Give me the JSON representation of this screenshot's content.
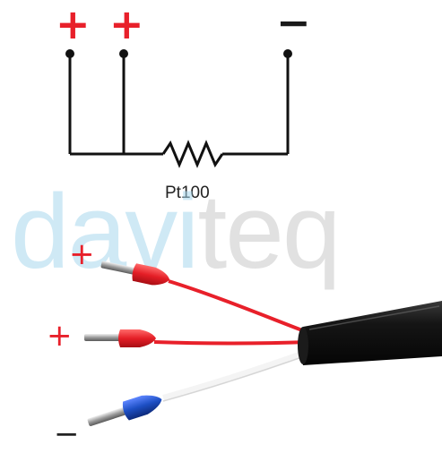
{
  "terminals": {
    "plus_1": "+",
    "plus_2": "+",
    "minus": "−"
  },
  "resistor_label": "Pt100",
  "logo": {
    "part1": "davi",
    "part2": "teq"
  },
  "wires": [
    {
      "sign": "+",
      "color": "red",
      "ferrule": "#e8202a"
    },
    {
      "sign": "+",
      "color": "red",
      "ferrule": "#e8202a"
    },
    {
      "sign": "−",
      "color": "white",
      "ferrule": "#1d4fc4"
    }
  ],
  "colors": {
    "plus": "#e8202a",
    "minus": "#1a1a1a",
    "wire_red": "#e8202a",
    "wire_white": "#f2f2f2",
    "ferrule_blue": "#1d4fc4",
    "cable_sheath": "#111111"
  }
}
